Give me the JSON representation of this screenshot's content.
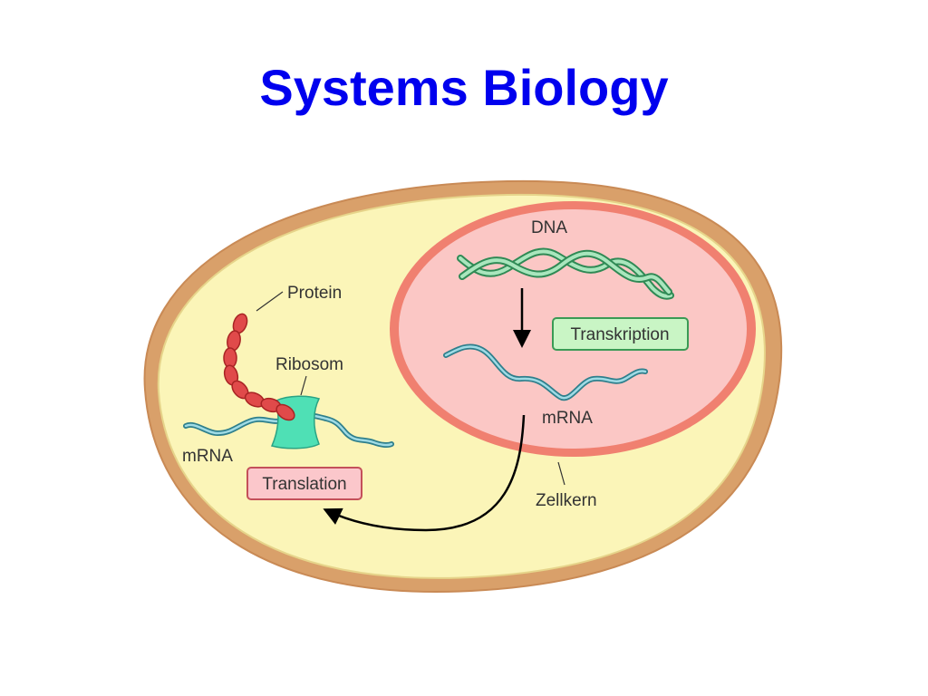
{
  "slide": {
    "title": "Systems Biology",
    "title_color": "#0000ee"
  },
  "diagram": {
    "labels": {
      "dna": "DNA",
      "transcription": "Transkription",
      "mrna_nucleus": "mRNA",
      "nucleus": "Zellkern",
      "protein": "Protein",
      "ribosome": "Ribosom",
      "mrna_cytoplasm": "mRNA",
      "translation": "Translation"
    },
    "colors": {
      "cell_wall": "#d9a06a",
      "cytoplasm": "#fbf5b8",
      "nucleus_outer": "#f08070",
      "nucleus_inner": "#fbc7c5",
      "dna_strand": "#3fae6b",
      "mrna_strand": "#4aa8b8",
      "ribosome": "#4fe0b5",
      "protein": "#e04a4a",
      "transcription_box": "#c9f5c5",
      "translation_box": "#fbc7cb",
      "text": "#333333"
    }
  }
}
